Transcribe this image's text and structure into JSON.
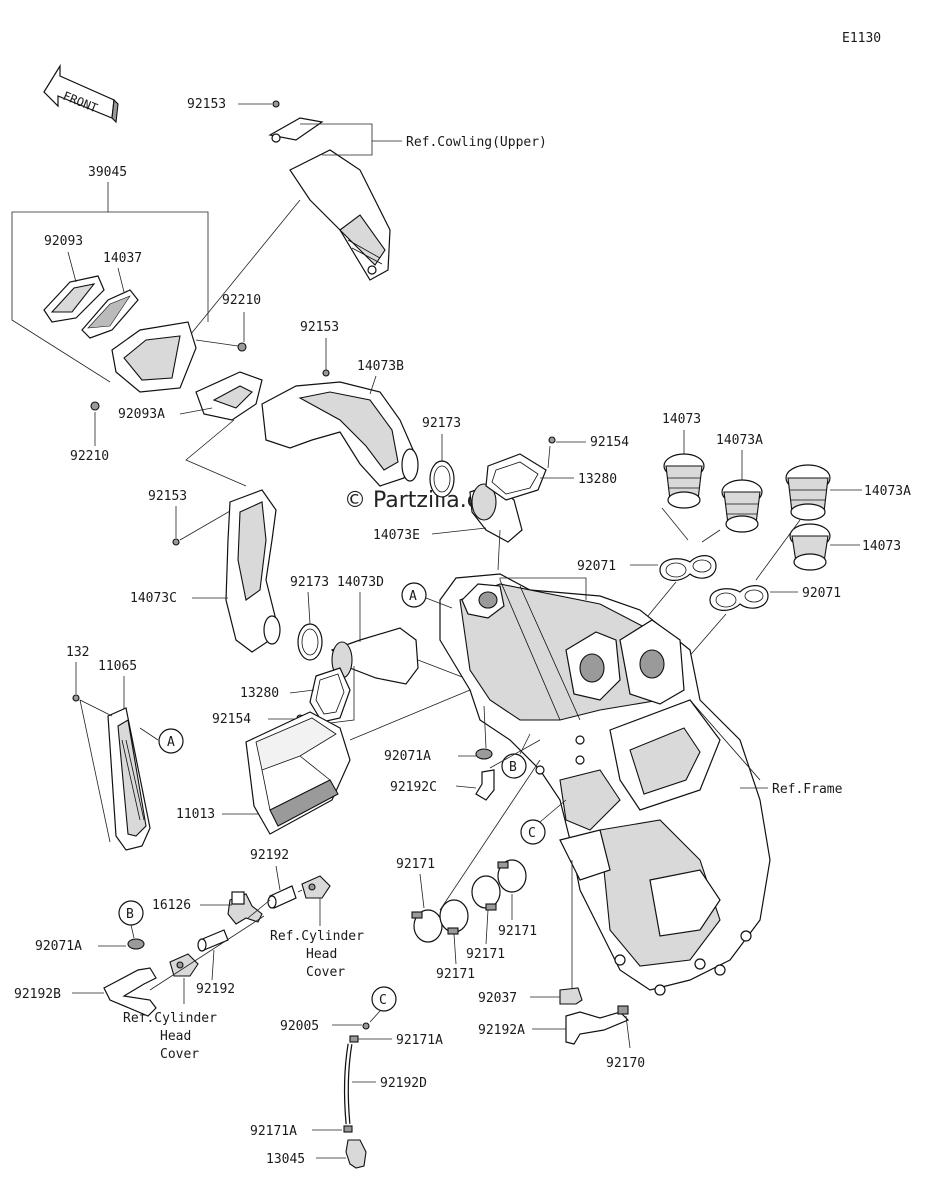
{
  "diagram_id": "E1130",
  "front_label": "FRONT",
  "watermark": "© Partzilla.com",
  "callouts": {
    "A": "A",
    "B": "B",
    "C": "C"
  },
  "parts": {
    "p92153_top": "92153",
    "ref_cowling": "Ref.Cowling(Upper)",
    "p39045": "39045",
    "p92093": "92093",
    "p14037": "14037",
    "p92210_r": "92210",
    "p92210_l": "92210",
    "p92153_mid": "92153",
    "p14073B": "14073B",
    "p92093A": "92093A",
    "p92173_top": "92173",
    "p92154_top": "92154",
    "p13280_top": "13280",
    "p14073E": "14073E",
    "p92153_low": "92153",
    "p14073_a": "14073",
    "p14073A_a": "14073A",
    "p14073A_b": "14073A",
    "p14073_b": "14073",
    "p92071_l": "92071",
    "p92071_r": "92071",
    "p14073C": "14073C",
    "p92173_low": "92173",
    "p14073D": "14073D",
    "p132": "132",
    "p11065": "11065",
    "p13280_low": "13280",
    "p92154_low": "92154",
    "p92071A_top": "92071A",
    "p92192C": "92192C",
    "ref_frame": "Ref.Frame",
    "p11013": "11013",
    "p92192_top": "92192",
    "p16126": "16126",
    "ref_cyl_head_1_a": "Ref.Cylinder",
    "ref_cyl_head_1_b": "Head",
    "ref_cyl_head_1_c": "Cover",
    "p92071A_low": "92071A",
    "p92192B": "92192B",
    "p92192_low": "92192",
    "ref_cyl_head_2_a": "Ref.Cylinder",
    "ref_cyl_head_2_b": "Head",
    "ref_cyl_head_2_c": "Cover",
    "p92171_a": "92171",
    "p92171_b": "92171",
    "p92171_c": "92171",
    "p92171_d": "92171",
    "p92037": "92037",
    "p92192A": "92192A",
    "p92170": "92170",
    "p92005": "92005",
    "p92171A_top": "92171A",
    "p92192D": "92192D",
    "p92171A_low": "92171A",
    "p13045": "13045"
  }
}
